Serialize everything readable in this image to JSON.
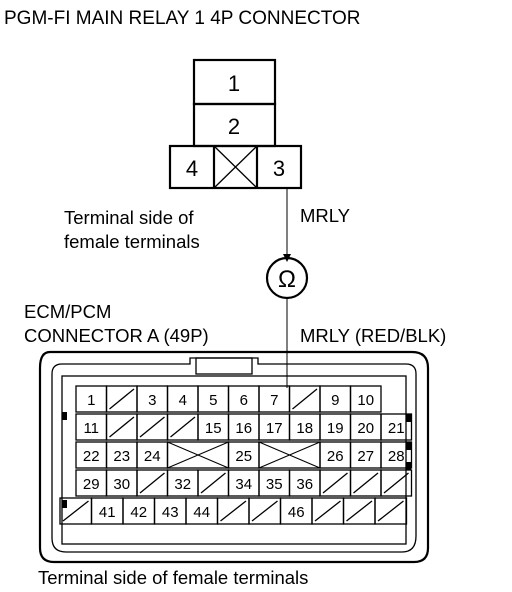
{
  "title": "PGM-FI MAIN RELAY 1 4P CONNECTOR",
  "relay_connector": {
    "pins": [
      "1",
      "2",
      "4",
      "3"
    ],
    "caption": [
      "Terminal side of",
      "female terminals"
    ]
  },
  "probe_upper_label": "MRLY",
  "ohmmeter_symbol": "Ω",
  "ecm_connector": {
    "label": [
      "ECM/PCM",
      "CONNECTOR A (49P)"
    ],
    "probe_label": "MRLY (RED/BLK)",
    "rows": [
      [
        "1",
        "",
        "3",
        "4",
        "5",
        "6",
        "7",
        "",
        "9",
        "10"
      ],
      [
        "11",
        "",
        "",
        "",
        "15",
        "16",
        "17",
        "18",
        "19",
        "20",
        "21"
      ],
      [
        "22",
        "23",
        "24",
        "",
        "",
        "25",
        "",
        "",
        "26",
        "27",
        "28"
      ],
      [
        "29",
        "30",
        "",
        "32",
        "",
        "34",
        "35",
        "36",
        "",
        "",
        ""
      ],
      [
        "",
        "41",
        "42",
        "43",
        "44",
        "",
        "",
        "46",
        "",
        "",
        ""
      ]
    ],
    "caption": "Terminal side of female terminals"
  }
}
